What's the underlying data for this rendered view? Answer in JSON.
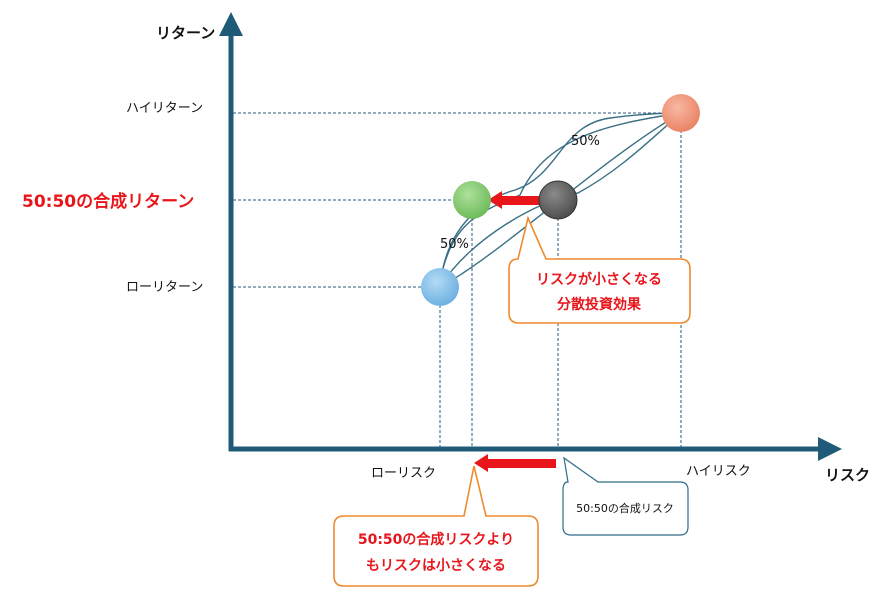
{
  "axes": {
    "y_label": "リターン",
    "x_label": "リスク"
  },
  "y_ticks": {
    "high": "ハイリターン",
    "mid": "50:50の合成リターン",
    "low": "ローリターン"
  },
  "x_ticks": {
    "low": "ローリスク",
    "high": "ハイリスク"
  },
  "percent_labels": {
    "upper": "50%",
    "lower": "50%"
  },
  "callouts": {
    "diversification_line1": "リスクが小さくなる",
    "diversification_line2": "分散投資効果",
    "combined_risk": "50:50の合成リスク",
    "risk_smaller_line1": "50:50の合成リスクより",
    "risk_smaller_line2": "もリスクは小さくなる"
  },
  "colors": {
    "axis": "#1f5b78",
    "accent_red": "#e8151b",
    "callout_orange": "#ef8a2e",
    "high_return_point": "#f0957a",
    "combined_point": "#6b6b6b",
    "diversified_point": "#8ccf7a",
    "low_return_point": "#8ec4ea"
  },
  "points": [
    {
      "name": "high-risk-high-return",
      "color": "#f0957a"
    },
    {
      "name": "combined-50-50",
      "color": "#6b6b6b"
    },
    {
      "name": "diversified-portfolio",
      "color": "#8ccf7a"
    },
    {
      "name": "low-risk-low-return",
      "color": "#8ec4ea"
    }
  ]
}
